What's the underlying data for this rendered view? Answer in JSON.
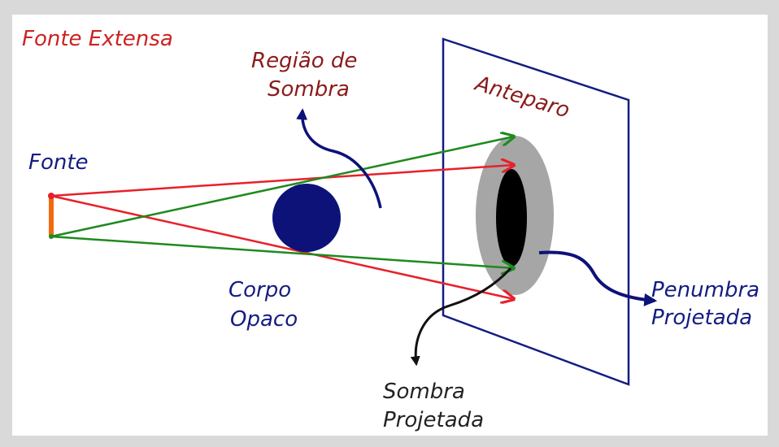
{
  "labels": {
    "fonte_extensa": "Fonte Extensa",
    "regiao_line1": "Região de",
    "regiao_line2": "Sombra",
    "anteparo": "Anteparo",
    "fonte": "Fonte",
    "corpo_line1": "Corpo",
    "corpo_line2": "Opaco",
    "penumbra_line1": "Penumbra",
    "penumbra_line2": "Projetada",
    "sombra_line1": "Sombra",
    "sombra_line2": "Projetada"
  },
  "colors": {
    "background": "#d9d9d9",
    "panel": "#ffffff",
    "source": "#f06a10",
    "red_ray": "#e8202a",
    "green_ray": "#1f8a1f",
    "opaque_body": "#0d1278",
    "screen_outline": "#141c82",
    "penumbra": "#a6a6a6",
    "umbra": "#000000",
    "arrow_blue": "#0d1278"
  }
}
